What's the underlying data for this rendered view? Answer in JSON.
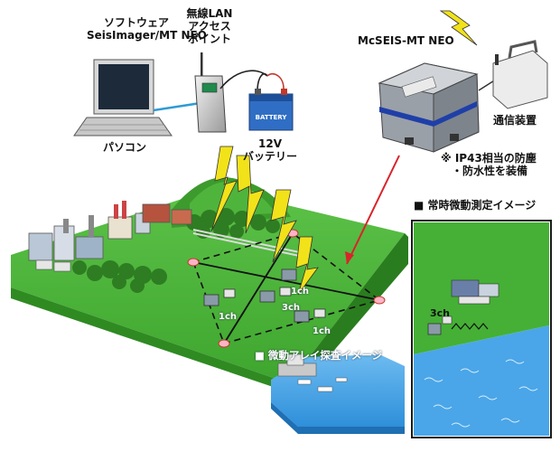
{
  "labels": {
    "software_line1": "ソフトウェア",
    "software_line2": "SeisImager/MT NEO",
    "wlan_line1": "無線LAN",
    "wlan_line2": "アクセス",
    "wlan_line3": "ポイント",
    "pc": "パソコン",
    "battery_voltage": "12V",
    "battery": "バッテリー",
    "battery_case": "BATTERY",
    "device": "McSEIS-MT NEO",
    "comm": "通信装置",
    "ip43_line1": "※ IP43相当の防塵",
    "ip43_line2": "・防水性を装備",
    "constant_title": "■ 常時微動測定イメージ",
    "array_title": "■ 微動アレイ探査イメージ",
    "ch_top": "1ch",
    "ch_mid": "3ch",
    "ch_left": "1ch",
    "ch_bottom": "1ch",
    "ch_inset": "3ch"
  },
  "colors": {
    "ground_top": "#45b035",
    "ground_side": "#2f8a22",
    "sea": "#4aa6e8",
    "lightning": "#f2e21a",
    "pointer": "#d9232a",
    "inset_border": "#1a1a1a"
  }
}
